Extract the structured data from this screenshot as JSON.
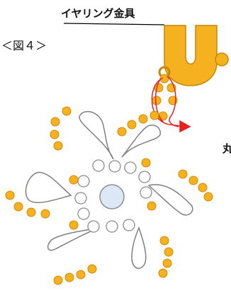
{
  "figure_label": "＜図４＞",
  "hook_label": "イヤリング金具",
  "side_text": "丸",
  "colors": {
    "bead_gold": "#f5b120",
    "bead_outline": "#d28a00",
    "hook_gold": "#f5b120",
    "hook_outline": "#c98600",
    "teardrop_outline": "#7f7f7f",
    "white_bead_outline": "#8c8c8c",
    "center_bead": "#dce8f6",
    "annotation_red": "#e82020"
  },
  "icons": {
    "hook": "earring-hook-icon",
    "annotation": "red-loop-arrow-icon"
  }
}
